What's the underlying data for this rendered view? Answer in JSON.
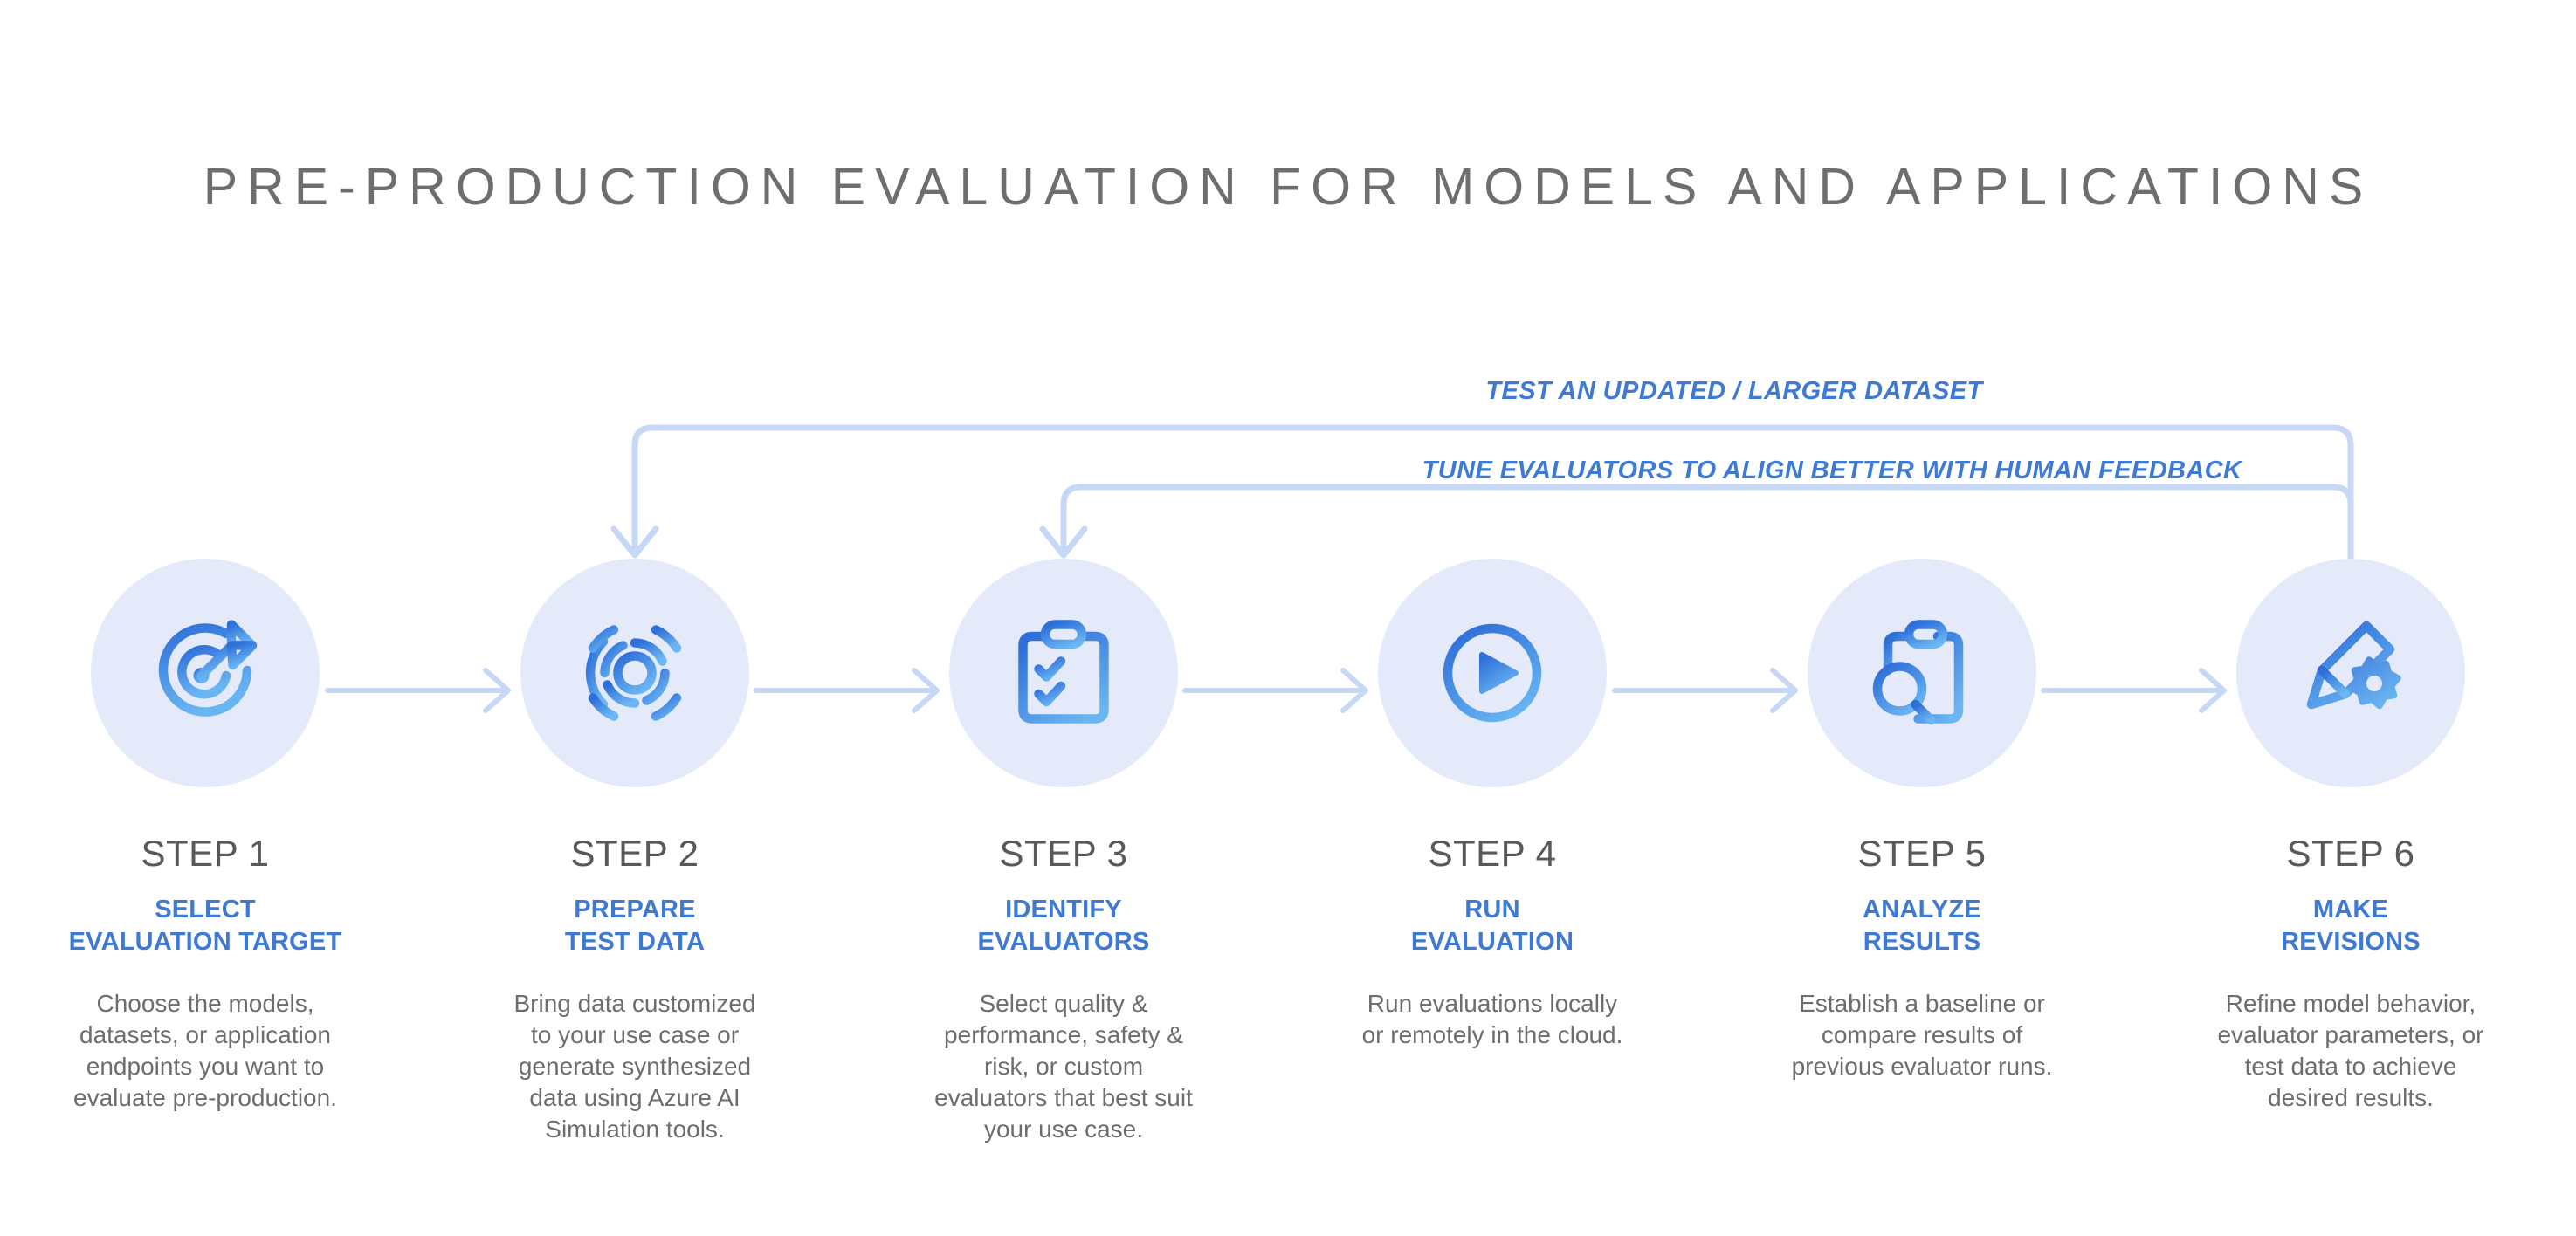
{
  "title": "PRE-PRODUCTION EVALUATION FOR MODELS AND APPLICATIONS",
  "colors": {
    "accent_blue": "#3e7ad4",
    "icon_blue_dark": "#2f6fd8",
    "icon_blue_light": "#59a5ef",
    "circle_bg": "#e4eafa",
    "connector": "#c6d8f5",
    "title_gray": "#6e6e6e",
    "body_gray": "#6d6d6d",
    "background": "#ffffff"
  },
  "loops": [
    {
      "label": "TEST AN UPDATED / LARGER DATASET",
      "from_step": 6,
      "to_step": 2
    },
    {
      "label": "TUNE EVALUATORS TO ALIGN BETTER WITH HUMAN FEEDBACK",
      "from_step": 6,
      "to_step": 3
    }
  ],
  "steps": [
    {
      "number": "STEP 1",
      "subtitle": "SELECT\nEVALUATION TARGET",
      "description": "Choose the models,\ndatasets, or application\nendpoints you want to\nevaluate pre-production.",
      "icon": "target-dart-icon"
    },
    {
      "number": "STEP 2",
      "subtitle": "PREPARE\nTEST DATA",
      "description": "Bring data customized\nto your use case or\ngenerate synthesized\ndata using Azure AI\nSimulation tools.",
      "icon": "concentric-arcs-icon"
    },
    {
      "number": "STEP 3",
      "subtitle": "IDENTIFY\nEVALUATORS",
      "description": "Select quality &\nperformance, safety &\nrisk, or custom\nevaluators that best suit\nyour use case.",
      "icon": "clipboard-checklist-icon"
    },
    {
      "number": "STEP 4",
      "subtitle": "RUN\nEVALUATION",
      "description": "Run evaluations locally\nor remotely in the cloud.",
      "icon": "play-circle-icon"
    },
    {
      "number": "STEP 5",
      "subtitle": "ANALYZE\nRESULTS",
      "description": "Establish a baseline or\ncompare results of\nprevious evaluator runs.",
      "icon": "clipboard-search-icon"
    },
    {
      "number": "STEP 6",
      "subtitle": "MAKE\nREVISIONS",
      "description": "Refine model behavior,\nevaluator parameters, or\ntest data to achieve\ndesired results.",
      "icon": "pencil-gear-icon"
    }
  ]
}
